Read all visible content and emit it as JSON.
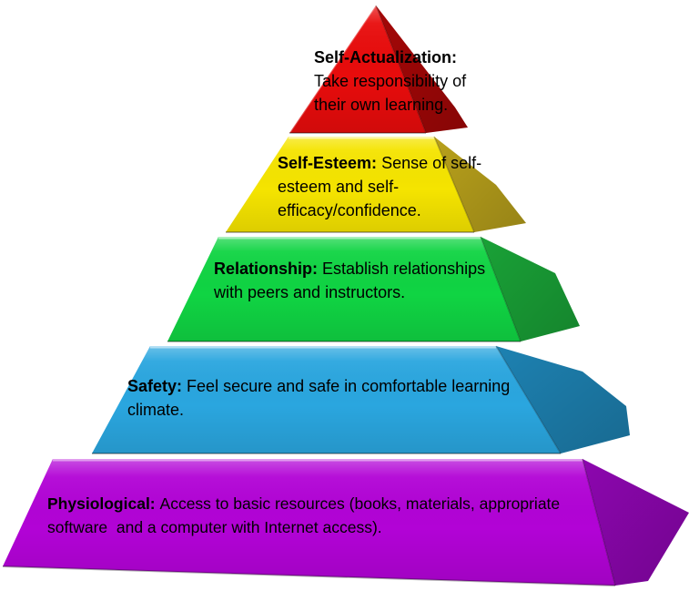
{
  "diagram": {
    "name": "hierarchy-of-needs-pyramid",
    "type": "pyramid",
    "background_color": "#ffffff",
    "text_color": "#000000",
    "levels": [
      {
        "rank": 1,
        "id": "self-actualization",
        "label": "Self-Actualization:",
        "description": "Take responsibility of their own learning.",
        "lines": [
          "Take responsibility of",
          "their own learning."
        ],
        "colors": {
          "front": "#e80c0c",
          "side": "#a80707"
        }
      },
      {
        "rank": 2,
        "id": "self-esteem",
        "label": "Self-Esteem:",
        "description": "Sense of self-esteem and self-efficacy/confidence.",
        "lines": [
          "Sense of self-",
          "esteem and self-",
          "efficacy/confidence."
        ],
        "colors": {
          "front": "#f5e400",
          "side": "#bca41c"
        }
      },
      {
        "rank": 3,
        "id": "relationship",
        "label": "Relationship:",
        "description": "Establish relationships with peers and instructors.",
        "lines": [
          "Establish relationships",
          "with peers and instructors."
        ],
        "colors": {
          "front": "#10d443",
          "side": "#1aa538"
        }
      },
      {
        "rank": 4,
        "id": "safety",
        "label": "Safety:",
        "description": "Feel secure and safe in comfortable learning climate.",
        "lines": [
          "Feel secure and safe in comfortable learning",
          "climate."
        ],
        "colors": {
          "front": "#2aa6df",
          "side": "#1e84b5"
        }
      },
      {
        "rank": 5,
        "id": "physiological",
        "label": "Physiological:",
        "description": "Access to basic resources (books, materials, appropriate software  and a computer with Internet access).",
        "lines": [
          "Access to basic resources (books, materials, appropriate",
          "software  and a computer with Internet access)."
        ],
        "colors": {
          "front": "#b203d6",
          "side": "#8f06b2"
        }
      }
    ]
  }
}
